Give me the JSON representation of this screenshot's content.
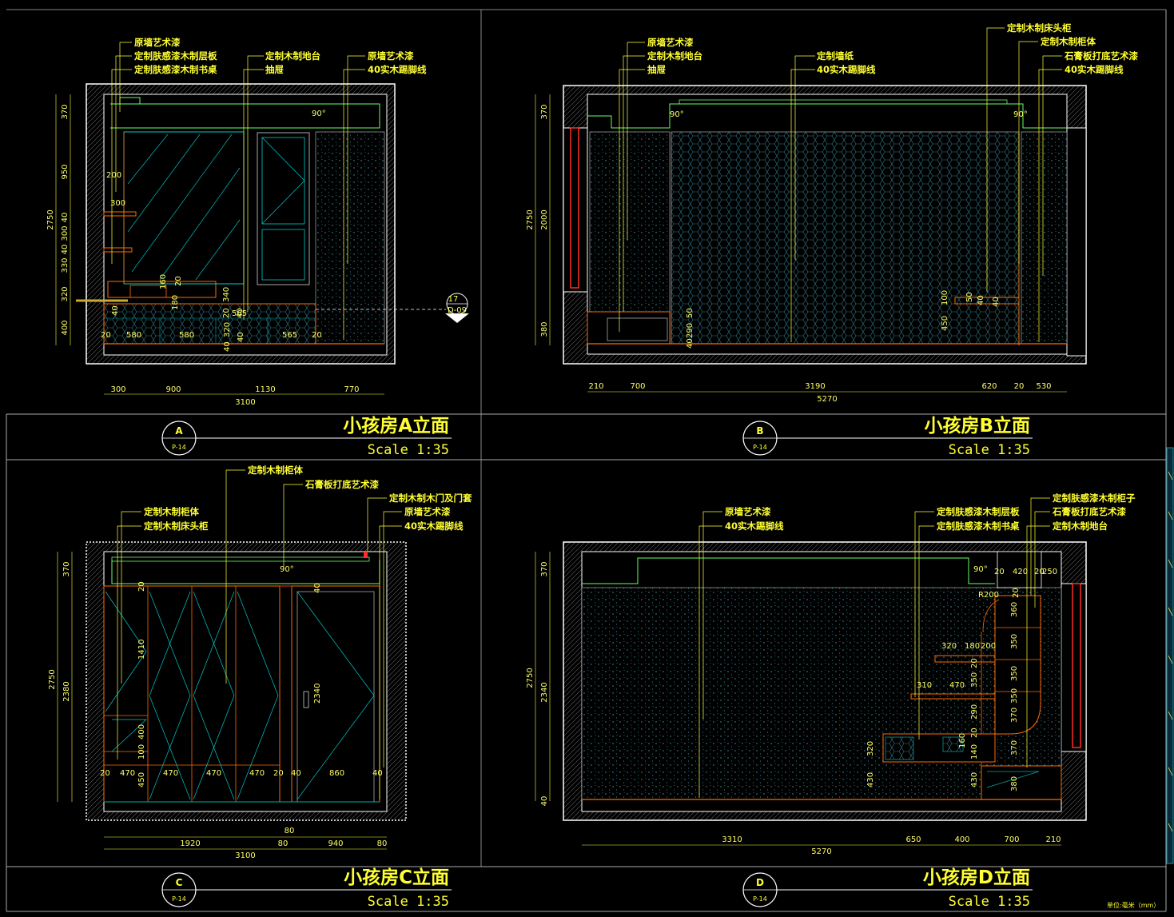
{
  "colors": {
    "background": "#000000",
    "frame": "#ffffff",
    "text": "#ffff33",
    "line_cyan": "#00cccc",
    "line_orange": "#ff6a00",
    "line_green": "#66ff66",
    "line_red": "#ff2a2a",
    "hatch": "#3a7a88"
  },
  "panels": [
    {
      "id": "A",
      "title": "小孩房A立面",
      "scale": "Scale 1:35",
      "bubble_letter": "A",
      "bubble_sheet": "P-14",
      "labels": [
        "原墙艺术漆",
        "定制肤感漆木制层板",
        "定制肤感漆木制书桌",
        "定制木制地台",
        "抽屉",
        "原墙艺术漆",
        "40实木踢脚线"
      ],
      "bottom_dims": [
        "300",
        "900",
        "1130",
        "770"
      ],
      "total_dim": "3100",
      "left_dims": [
        "370",
        "950",
        "2750",
        "40",
        "300",
        "40",
        "330",
        "320",
        "400"
      ],
      "inner_dims": [
        "200",
        "300",
        "160",
        "20",
        "340",
        "180",
        "40",
        "20",
        "40",
        "565",
        "20",
        "580",
        "580",
        "565",
        "20",
        "320",
        "40",
        "40"
      ],
      "section_tag": {
        "top": "17",
        "bottom": "D-09"
      },
      "angle": "90°"
    },
    {
      "id": "B",
      "title": "小孩房B立面",
      "scale": "Scale 1:35",
      "bubble_letter": "B",
      "bubble_sheet": "P-14",
      "labels": [
        "原墙艺术漆",
        "定制木制地台",
        "抽屉",
        "定制墙纸",
        "40实木踢脚线",
        "定制木制床头柜",
        "定制木制柜体",
        "石膏板打底艺术漆",
        "40实木踢脚线"
      ],
      "bottom_dims": [
        "210",
        "700",
        "3190",
        "620",
        "20",
        "530"
      ],
      "total_dim": "5270",
      "left_dims": [
        "370",
        "2750",
        "2000",
        "380"
      ],
      "inner_dims": [
        "50",
        "290",
        "40",
        "100",
        "450",
        "50",
        "40",
        "40"
      ],
      "angle": "90°"
    },
    {
      "id": "C",
      "title": "小孩房C立面",
      "scale": "Scale 1:35",
      "bubble_letter": "C",
      "bubble_sheet": "P-14",
      "labels": [
        "定制木制柜体",
        "石膏板打底艺术漆",
        "定制木制木门及门套",
        "原墙艺术漆",
        "40实木踢脚线",
        "定制木制柜体",
        "定制木制床头柜"
      ],
      "bottom_dims": [
        "1920",
        "80",
        "940",
        "80"
      ],
      "top_dim": "80",
      "total_dim": "3100",
      "left_dims": [
        "370",
        "2750",
        "2380"
      ],
      "inner_dims": [
        "20",
        "1410",
        "400",
        "100",
        "450",
        "40",
        "2340",
        "20",
        "470",
        "470",
        "470",
        "470",
        "20",
        "40",
        "860",
        "40"
      ],
      "angle": "90°"
    },
    {
      "id": "D",
      "title": "小孩房D立面",
      "scale": "Scale 1:35",
      "bubble_letter": "D",
      "bubble_sheet": "P-14",
      "labels": [
        "原墙艺术漆",
        "40实木踢脚线",
        "定制肤感漆木制层板",
        "定制肤感漆木制书桌",
        "定制肤感漆木制柜子",
        "石膏板打底艺术漆",
        "定制木制地台"
      ],
      "bottom_dims": [
        "3310",
        "650",
        "400",
        "700",
        "210"
      ],
      "total_dim": "5270",
      "left_dims": [
        "370",
        "2750",
        "2340",
        "40"
      ],
      "inner_dims": [
        "20",
        "420",
        "20",
        "250",
        "R200",
        "20",
        "360",
        "350",
        "350",
        "350",
        "370",
        "370",
        "320",
        "180",
        "200",
        "310",
        "470",
        "20",
        "350",
        "290",
        "160",
        "20",
        "140",
        "320",
        "430",
        "430",
        "380"
      ],
      "angle": "90°"
    }
  ],
  "footer_note": "单位:毫米（mm）"
}
